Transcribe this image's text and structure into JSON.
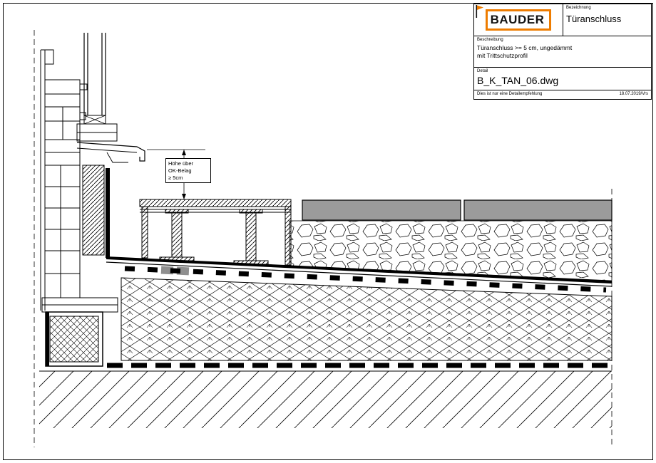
{
  "title_block": {
    "logo_text": "BAUDER",
    "bezeichnung_label": "Bezeichnung",
    "bezeichnung_value": "Türanschluss",
    "beschreibung_label": "Beschreibung",
    "beschreibung_line1": "Türanschluss >= 5 cm, ungedämmt",
    "beschreibung_line2": "mit Trittschutzprofil",
    "detail_label": "Detail",
    "detail_value": "B_K_TAN_06.dwg",
    "footer_note": "Dies ist nur eine Detailempfehlung",
    "footer_date": "18.07.2019/Vrs"
  },
  "annotation": {
    "line1": "Höhe über",
    "line2": "OK-Belag",
    "line3": "≥ 5cm"
  },
  "colors": {
    "accent_orange": "#ee7c00",
    "paver_gray": "#9b9b9b",
    "line_black": "#000000"
  }
}
